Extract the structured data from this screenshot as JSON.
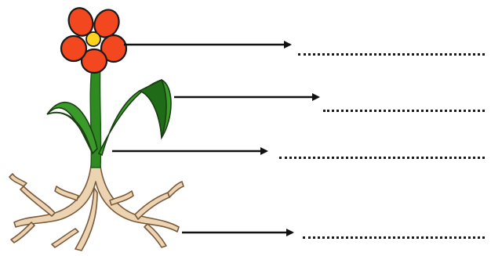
{
  "diagram": {
    "parts": [
      {
        "key": "flower",
        "answer": ""
      },
      {
        "key": "leaf",
        "answer": ""
      },
      {
        "key": "stem",
        "answer": ""
      },
      {
        "key": "root",
        "answer": ""
      }
    ],
    "colors": {
      "petal": "#f2471f",
      "flower_center": "#ffd21e",
      "leaf": "#3a9a2a",
      "leaf_dark": "#1f6b18",
      "stem": "#2f8a22",
      "root": "#ecd3b2",
      "root_outline": "#7a5a3a",
      "arrow": "#111111",
      "outline": "#1a1a1a"
    }
  }
}
